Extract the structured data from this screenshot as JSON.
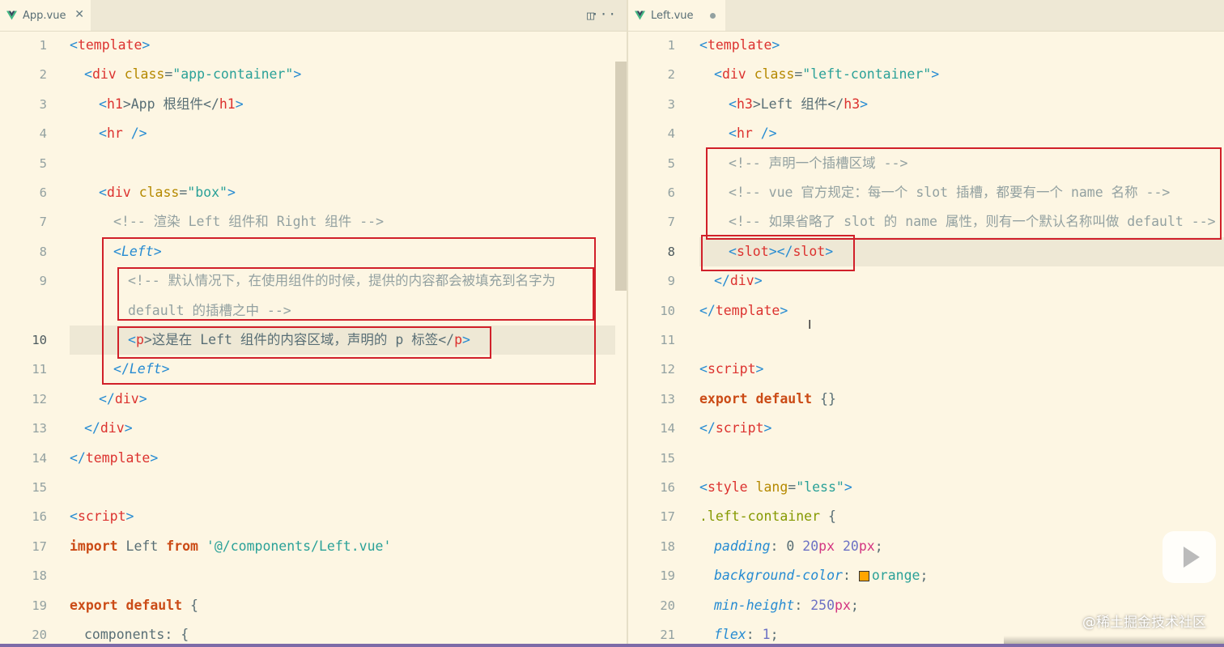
{
  "left_pane": {
    "tab_label": "App.vue",
    "close_glyph": "✕",
    "split_glyph": "◫",
    "more_glyph": "···",
    "lines": [
      "1",
      "2",
      "3",
      "4",
      "5",
      "6",
      "7",
      "8",
      "9",
      "",
      "10",
      "11",
      "12",
      "13",
      "14",
      "15",
      "16",
      "17",
      "18",
      "19",
      "20"
    ],
    "code": {
      "l1_open": "<",
      "l1_tag": "template",
      "l1_close": ">",
      "l2_open": "<",
      "l2_tag": "div",
      "l2_attr": "class",
      "l2_eq": "=",
      "l2_val": "\"app-container\"",
      "l2_close": ">",
      "l3_open": "<",
      "l3_tag": "h1",
      "l3_mid": ">App 根组件</",
      "l3_tag2": "h1",
      "l3_close": ">",
      "l4_open": "<",
      "l4_tag": "hr",
      "l4_close": " />",
      "l6_open": "<",
      "l6_tag": "div",
      "l6_attr": "class",
      "l6_eq": "=",
      "l6_val": "\"box\"",
      "l6_close": ">",
      "l7_comment": "<!-- 渲染 Left 组件和 Right 组件 -->",
      "l8_open": "<",
      "l8_tag": "Left",
      "l8_close": ">",
      "l9_comment_a": "<!-- 默认情况下，在使用组件的时候，提供的内容都会被填充到名字为",
      "l9_comment_b": "default 的插槽之中 -->",
      "l10_open": "<",
      "l10_tag": "p",
      "l10_mid": ">这是在 Left 组件的内容区域，声明的 p 标签</",
      "l10_tag2": "p",
      "l10_close": ">",
      "l11_open": "</",
      "l11_tag": "Left",
      "l11_close": ">",
      "l12_open": "</",
      "l12_tag": "div",
      "l12_close": ">",
      "l13_open": "</",
      "l13_tag": "div",
      "l13_close": ">",
      "l14_open": "</",
      "l14_tag": "template",
      "l14_close": ">",
      "l16_open": "<",
      "l16_tag": "script",
      "l16_close": ">",
      "l17_kw": "import",
      "l17_mid": " Left ",
      "l17_kw2": "from",
      "l17_sp": " ",
      "l17_str": "'@/components/Left.vue'",
      "l19_kw": "export",
      "l19_sp": " ",
      "l19_kw2": "default",
      "l19_rest": " {",
      "l20_text": "components: {"
    }
  },
  "right_pane": {
    "tab_label": "Left.vue",
    "lines": [
      "1",
      "2",
      "3",
      "4",
      "5",
      "6",
      "7",
      "8",
      "9",
      "10",
      "11",
      "12",
      "13",
      "14",
      "15",
      "16",
      "17",
      "18",
      "19",
      "20",
      "21"
    ],
    "code": {
      "r1_open": "<",
      "r1_tag": "template",
      "r1_close": ">",
      "r2_open": "<",
      "r2_tag": "div",
      "r2_attr": "class",
      "r2_eq": "=",
      "r2_val": "\"left-container\"",
      "r2_close": ">",
      "r3_open": "<",
      "r3_tag": "h3",
      "r3_mid": ">Left 组件</",
      "r3_tag2": "h3",
      "r3_close": ">",
      "r4_open": "<",
      "r4_tag": "hr",
      "r4_close": " />",
      "r5_comment": "<!-- 声明一个插槽区域 -->",
      "r6_comment": "<!-- vue 官方规定：每一个 slot 插槽，都要有一个 name 名称 -->",
      "r7_comment": "<!-- 如果省略了 slot 的 name 属性，则有一个默认名称叫做 default -->",
      "r8_open": "<",
      "r8_tag": "slot",
      "r8_mid": "></",
      "r8_tag2": "slot",
      "r8_close": ">",
      "r9_open": "</",
      "r9_tag": "div",
      "r9_close": ">",
      "r10_open": "</",
      "r10_tag": "template",
      "r10_close": ">",
      "r12_open": "<",
      "r12_tag": "script",
      "r12_close": ">",
      "r13_kw": "export",
      "r13_sp": " ",
      "r13_kw2": "default",
      "r13_rest": " {}",
      "r14_open": "</",
      "r14_tag": "script",
      "r14_close": ">",
      "r16_open": "<",
      "r16_tag": "style",
      "r16_sp": " ",
      "r16_attr": "lang",
      "r16_eq": "=",
      "r16_val": "\"less\"",
      "r16_close": ">",
      "r17_sel": ".left-container",
      "r17_rest": " {",
      "r18_prop": "padding",
      "r18_colon": ": 0 ",
      "r18_n1": "20",
      "r18_u1": "px",
      "r18_sp": " ",
      "r18_n2": "20",
      "r18_u2": "px",
      "r18_end": ";",
      "r19_prop": "background-color",
      "r19_colon": ": ",
      "r19_val": "orange",
      "r19_end": ";",
      "r20_prop": "min-height",
      "r20_colon": ": ",
      "r20_n": "250",
      "r20_u": "px",
      "r20_end": ";",
      "r21_prop": "flex",
      "r21_colon": ": ",
      "r21_n": "1",
      "r21_end": ";"
    }
  },
  "watermark": "@稀土掘金技术社区",
  "colors": {
    "background": "#fdf6e3",
    "tag": "#dc322f",
    "attribute": "#b58900",
    "string": "#2aa198",
    "comment": "#93a1a1",
    "keyword": "#cb4b16",
    "annotation_box": "#d1202a"
  }
}
